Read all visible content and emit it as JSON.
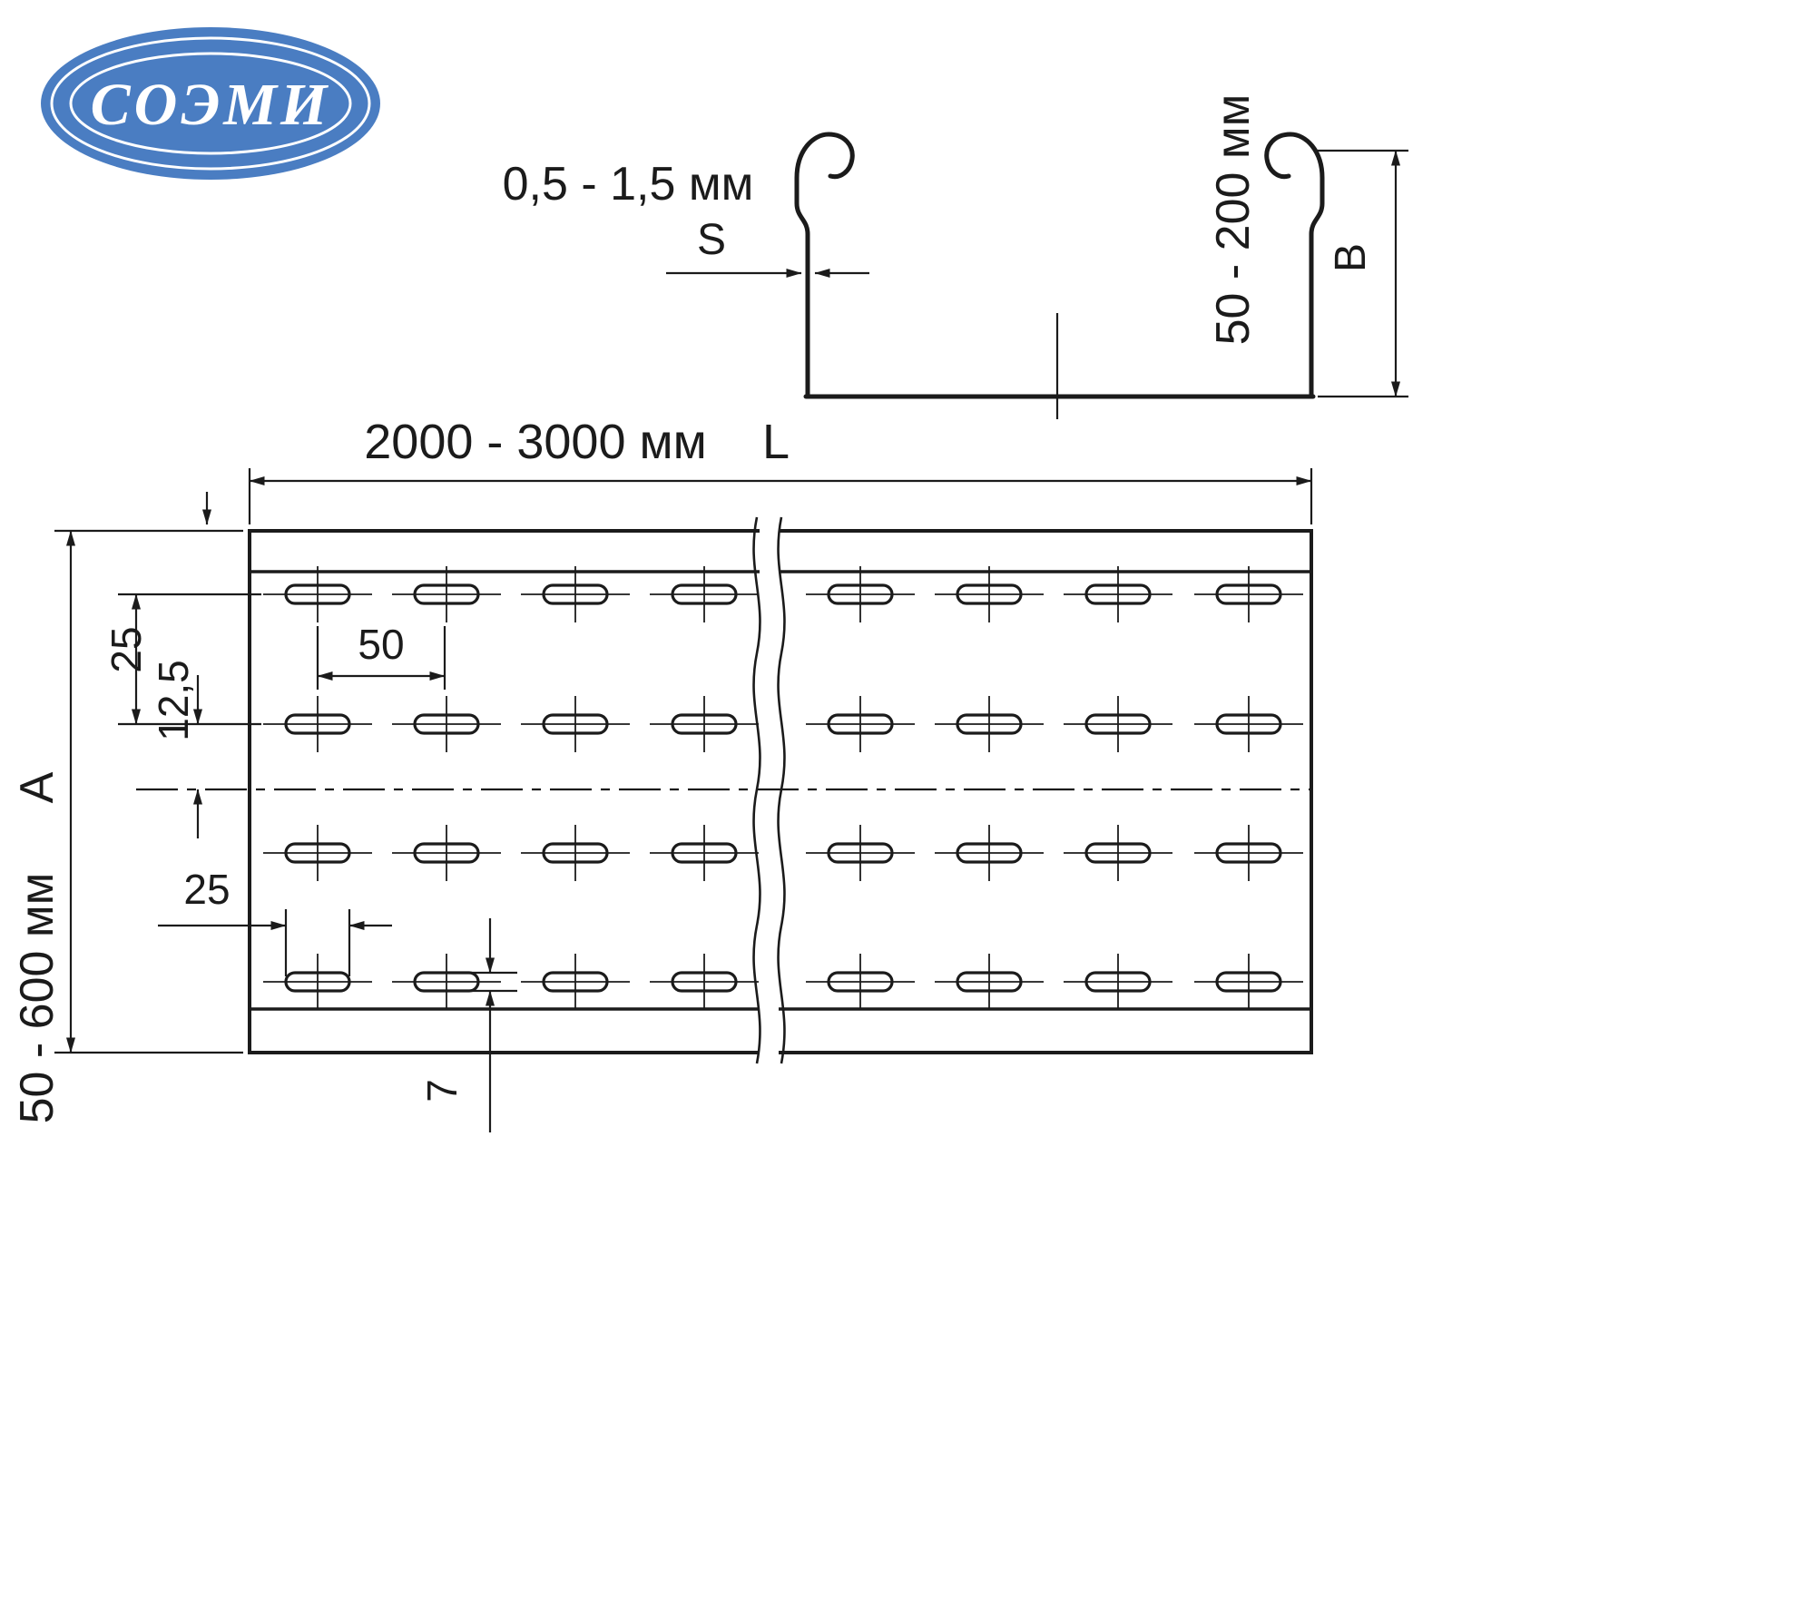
{
  "logo": {
    "text": "СОЭМИ",
    "bg_color": "#4a7dc2"
  },
  "cross_section": {
    "thickness_range": "0,5 - 1,5 мм",
    "thickness_symbol": "S",
    "height_range": "50 - 200 мм",
    "height_symbol": "B"
  },
  "plan_view": {
    "length_range": "2000 - 3000 мм",
    "length_symbol": "L",
    "width_range": "50 - 600 мм",
    "width_symbol": "A",
    "row_spacing": "25",
    "row_offset": "12,5",
    "slot_pitch": "50",
    "slot_length": "25",
    "slot_width": "7"
  }
}
